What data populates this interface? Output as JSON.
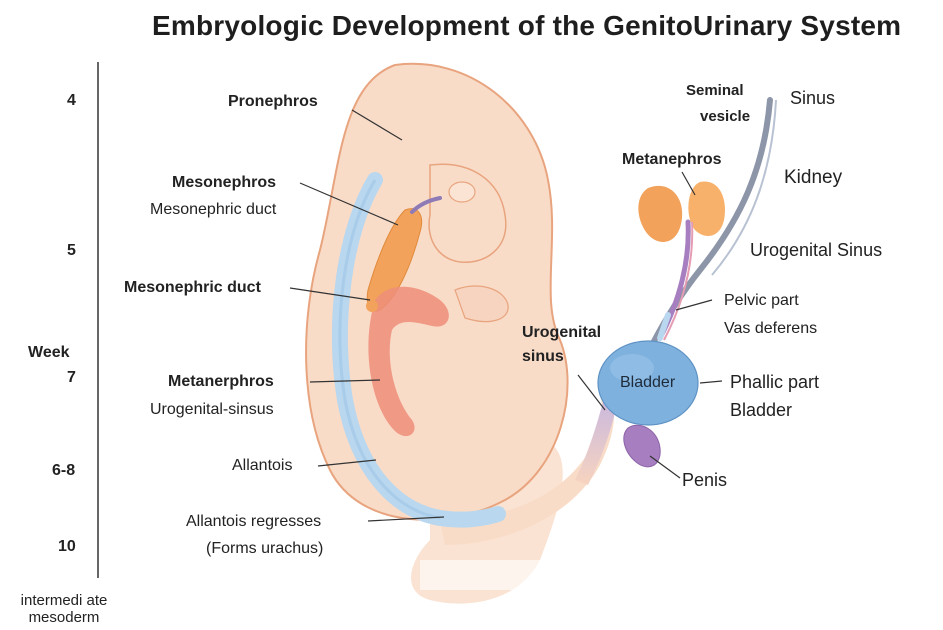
{
  "title": "Embryologic Development of the GenitoUrinary System",
  "axis": {
    "label": "Week",
    "ticks": [
      "4",
      "5",
      "7",
      "6-8",
      "10"
    ],
    "note_line1": "intermedi ate",
    "note_line2": "mesoderm"
  },
  "labels": {
    "pronephros": "Pronephros",
    "mesonephros": "Mesonephros",
    "mesonephric_duct_sub": "Mesonephric duct",
    "mesonephric_duct": "Mesonephric duct",
    "metanerphros": "Metanerphros",
    "urogenital_sinsus": "Urogenital-sinsus",
    "allantois": "Allantois",
    "allantois_regresses": "Allantois regresses",
    "forms_urachus": "(Forms urachus)",
    "seminal": "Seminal",
    "vesicle": "vesicle",
    "sinus": "Sinus",
    "metanephros": "Metanephros",
    "kidney": "Kidney",
    "urogenital_sinus_right": "Urogenital Sinus",
    "pelvic_part": "Pelvic part",
    "vas_deferens": "Vas deferens",
    "urogenital_left_1": "Urogenital",
    "urogenital_left_2": "sinus",
    "bladder_inner": "Bladder",
    "phallic_part": "Phallic part",
    "bladder_outer": "Bladder",
    "penis": "Penis"
  },
  "colors": {
    "embryo_fill": "#f9dcc8",
    "embryo_outline": "#e8a47e",
    "allantois_blue": "#b9d7ee",
    "mesonephros_orange": "#f2a25a",
    "metanephric_red": "#ef8e7a",
    "bladder_blue": "#7fb1de",
    "penis_purple": "#a77fc0",
    "duct_gray": "#8c96a8"
  }
}
